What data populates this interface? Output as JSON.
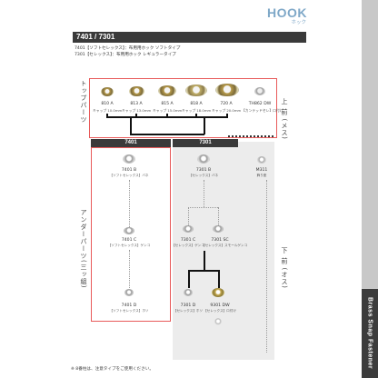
{
  "brand": {
    "title": "HOOK",
    "subtitle": "ホック"
  },
  "series_bar": "7401 / 7301",
  "legend": [
    "7401【ソフトセレックス】：布用用ホック ソフトタイプ",
    "7301【セレックス】：布用用ホック レギュラータイプ"
  ],
  "labels": {
    "top_parts": "トップパーツ",
    "under_parts": "アンダーパーツ(三ッ組)",
    "upper": "上 前 (メス)",
    "lower": "下 前 (オス)"
  },
  "columns": {
    "left": "7401",
    "right": "7301"
  },
  "top_parts": [
    {
      "code": "810 A",
      "size": "キャップ 10.0mm"
    },
    {
      "code": "813 A",
      "size": "キャップ 13.0mm"
    },
    {
      "code": "815 A",
      "size": "キャップ 15.0mm"
    },
    {
      "code": "818 A",
      "size": "キャップ 18.0mm"
    },
    {
      "code": "720 A",
      "size": "キャップ 20.0mm"
    },
    {
      "code": "TH862 DW",
      "size": "【カンテッドセレ】ロ付け"
    }
  ],
  "under_left": {
    "b": {
      "code": "7401 B",
      "sub": "【ソフトセレックス】バネ"
    },
    "c": {
      "code": "7401 C",
      "sub": "【ソフトセレックス】ゲンコ"
    },
    "d": {
      "code": "7401 D",
      "sub": "【ソフトセレックス】ホソ"
    }
  },
  "under_right": {
    "b": {
      "code": "7301 B",
      "sub": "【セレックス】バネ"
    },
    "m": {
      "code": "M311",
      "sub": "飾り座"
    },
    "c": {
      "code": "7301 C",
      "sub": "【セレックス】ゲンコ"
    },
    "sc": {
      "code": "7301 SC",
      "sub": "【セレックス】スモールゲンコ"
    },
    "d": {
      "code": "7301 D",
      "sub": "【セレックス】ホソ"
    },
    "dw": {
      "code": "9301 DW",
      "sub": "【セレックス】ロ付け"
    }
  },
  "side_label": "Brass Snap Fastener",
  "footnote": "※ 8番柱は、注意タイプをご使用ください。",
  "colors": {
    "accent": "#7fa8c8",
    "red_frame": "#e85a5a",
    "dark_bar": "#3a3a3a",
    "side_dark": "#3c3c3c"
  }
}
